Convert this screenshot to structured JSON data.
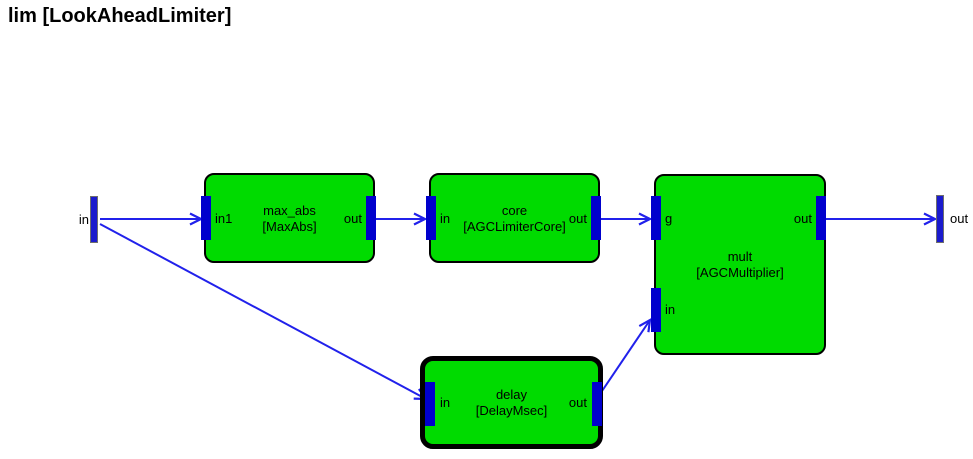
{
  "title": "lim [LookAheadLimiter]",
  "colors": {
    "background": "#FFFFFF",
    "block_fill": "#00DB00",
    "block_border": "#000000",
    "selected_block_border": "#000000",
    "wire": "#2121EB",
    "port_bar": "#0000CD",
    "external_port_bar": "#1A1ACD",
    "text": "#000000"
  },
  "external_ports": {
    "in": {
      "label": "in"
    },
    "out": {
      "label": "out"
    }
  },
  "blocks": {
    "max_abs": {
      "label": "max_abs",
      "type": "[MaxAbs]",
      "ports": {
        "in1": "in1",
        "out": "out"
      },
      "selected": false
    },
    "core": {
      "label": "core",
      "type": "[AGCLimiterCore]",
      "ports": {
        "in": "in",
        "out": "out"
      },
      "selected": false
    },
    "mult": {
      "label": "mult",
      "type": "[AGCMultiplier]",
      "ports": {
        "g": "g",
        "in": "in",
        "out": "out"
      },
      "selected": false
    },
    "delay": {
      "label": "delay",
      "type": "[DelayMsec]",
      "ports": {
        "in": "in",
        "out": "out"
      },
      "selected": true
    }
  },
  "connections": [
    {
      "from": "in",
      "to": "max_abs.in1"
    },
    {
      "from": "max_abs.out",
      "to": "core.in"
    },
    {
      "from": "core.out",
      "to": "mult.g"
    },
    {
      "from": "mult.out",
      "to": "out"
    },
    {
      "from": "in",
      "to": "delay.in"
    },
    {
      "from": "delay.out",
      "to": "mult.in"
    }
  ]
}
